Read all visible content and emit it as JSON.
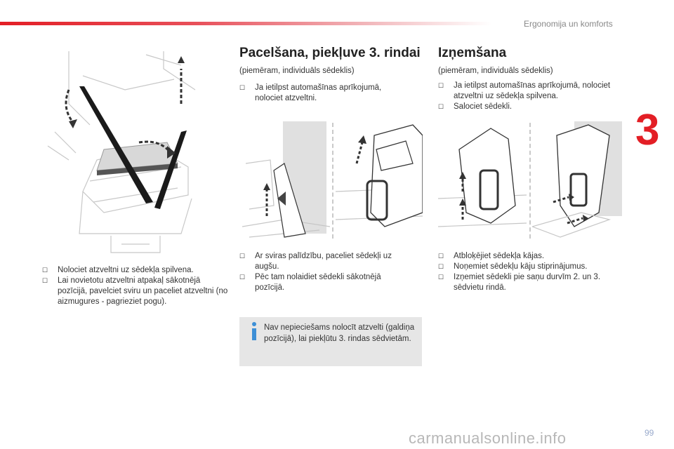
{
  "header": {
    "section_title": "Ergonomija un komforts",
    "chapter_number": "3"
  },
  "left": {
    "bullets": [
      "Nolociet atzveltni uz sēdekļa spilvena.",
      "Lai novietotu atzveltni atpakaļ sākotnējā pozīcijā, pavelciet sviru un paceliet atzveltni (no aizmugures - pagrieziet pogu)."
    ]
  },
  "middle": {
    "title": "Pacelšana, piekļuve 3. rindai",
    "subtitle": "(piemēram, individuāls sēdeklis)",
    "bullets_top": [
      "Ja ietilpst automašīnas aprīkojumā, nolociet atzveltni."
    ],
    "bullets_bottom": [
      "Ar sviras palīdzību, paceliet sēdekļi uz augšu.",
      "Pēc tam nolaidiet sēdekli sākotnējā pozīcijā."
    ],
    "note": "Nav nepieciešams nolocīt atzvelti (galdiņa pozīcijā), lai piekļūtu 3. rindas sēdvietām."
  },
  "right": {
    "title": "Izņemšana",
    "subtitle": "(piemēram, individuāls sēdeklis)",
    "bullets_top": [
      "Ja ietilpst automašīnas aprīkojumā, nolociet atzveltni uz sēdekļa spilvena.",
      "Salociet sēdekli."
    ],
    "bullets_bottom": [
      "Atbloķējiet sēdekļa kājas.",
      "Noņemiet sēdekļu kāju stiprinājumus.",
      "Izņemiet sēdekli pie saņu durvīm 2. un 3. sēdvietu rindā."
    ]
  },
  "footer": {
    "page_number": "99",
    "watermark": "carmanualsonline.info"
  },
  "icons": {
    "bullet": "checkbox-bullet-icon",
    "note": "info-icon"
  },
  "colors": {
    "accent": "#e31e25",
    "note_bg": "#e6e6e6",
    "info_icon": "#3d8fd6"
  }
}
